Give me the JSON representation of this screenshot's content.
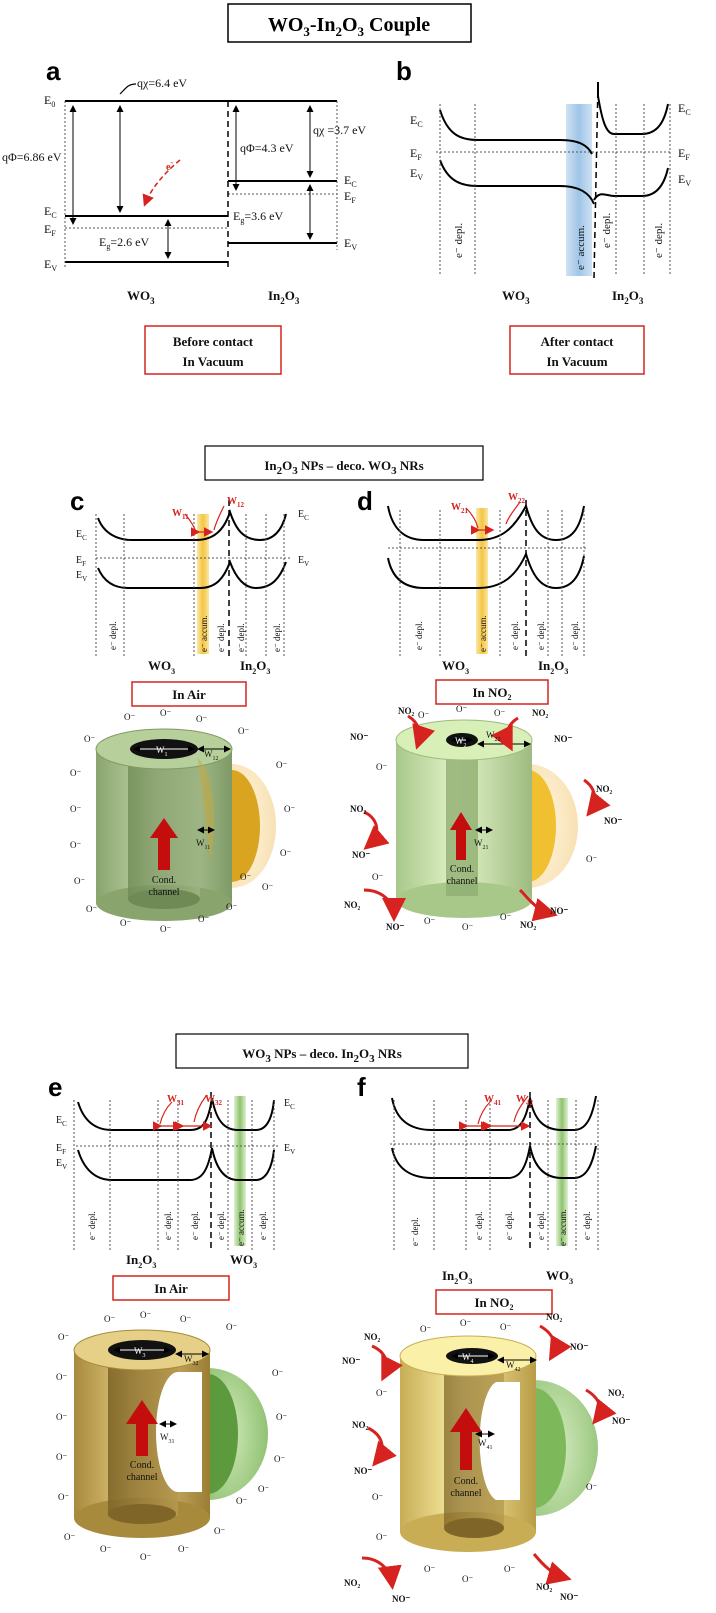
{
  "title": {
    "main": "WO",
    "sub1": "3",
    "mid": "-In",
    "sub2": "2",
    "mid2": "O",
    "sub3": "3",
    "end": " Couple"
  },
  "panel_a": {
    "letter": "a",
    "E0": "E",
    "E0_sub": "0",
    "q_chi_wo3": "qχ=6.4 eV",
    "q_phi_wo3": "qΦ=6.86 eV",
    "q_phi_in2o3": "qΦ=4.3 eV",
    "q_chi_in2o3": "qχ =3.7 eV",
    "Ec": "E",
    "Ec_sub": "C",
    "Ef": "E",
    "Ef_sub": "F",
    "Ev": "E",
    "Ev_sub": "V",
    "electron": "e",
    "eg_wo3": "E",
    "eg_wo3_sub": "g",
    "eg_wo3_val": "=2.6 eV",
    "eg_in2o3": "E",
    "eg_in2o3_sub": "g",
    "eg_in2o3_val": "=3.6 eV",
    "left_material": "WO",
    "left_material_sub": "3",
    "right_material": "In",
    "right_material_sub1": "2",
    "right_material_mid": "O",
    "right_material_sub2": "3",
    "box_line1": "Before contact",
    "box_line2": "In Vacuum"
  },
  "panel_b": {
    "letter": "b",
    "depl": "e⁻ depl.",
    "accum": "e⁻ accum.",
    "left_material": "WO",
    "left_material_sub": "3",
    "right_material": "In",
    "right_material_sub1": "2",
    "right_material_mid": "O",
    "right_material_sub2": "3",
    "box_line1": "After contact",
    "box_line2": "In Vacuum"
  },
  "section2": {
    "title_a": "In",
    "s1": "2",
    "title_b": "O",
    "s2": "3",
    "title_c": " NPs – deco. WO",
    "s3": "3",
    "title_d": " NRs"
  },
  "panel_c": {
    "letter": "c",
    "w1": "W",
    "w1_sub": "11",
    "w2": "W",
    "w2_sub": "12",
    "env": "In Air",
    "wtop": "W",
    "wtop_sub": "1",
    "wside": "W",
    "wside_sub": "12",
    "winner": "W",
    "winner_sub": "11",
    "cond1": "Cond.",
    "cond2": "channel",
    "oxy": "O⁻"
  },
  "panel_d": {
    "letter": "d",
    "w1": "W",
    "w1_sub": "21",
    "w2": "W",
    "w2_sub": "22",
    "env": "In NO",
    "env_sub": "2",
    "wtop": "W",
    "wtop_sub": "2",
    "wside": "W",
    "wside_sub": "22",
    "winner": "W",
    "winner_sub": "21",
    "cond1": "Cond.",
    "cond2": "channel",
    "no2": "NO₂",
    "no": "NO⁻"
  },
  "section3": {
    "title_a": "WO",
    "s1": "3",
    "title_b": " NPs – deco. In",
    "s2": "2",
    "title_c": "O",
    "s3": "3",
    "title_d": " NRs"
  },
  "panel_e": {
    "letter": "e",
    "w1": "W",
    "w1_sub": "31",
    "w2": "W",
    "w2_sub": "32",
    "env": "In Air",
    "wtop": "W",
    "wtop_sub": "3",
    "wside": "W",
    "wside_sub": "32",
    "winner": "W",
    "winner_sub": "31",
    "cond1": "Cond.",
    "cond2": "channel"
  },
  "panel_f": {
    "letter": "f",
    "w1": "W",
    "w1_sub": "41",
    "w2": "W",
    "w2_sub": "42",
    "env": "In NO",
    "env_sub": "2",
    "wtop": "W",
    "wtop_sub": "4",
    "wside": "W",
    "wside_sub": "42",
    "winner": "W",
    "winner_sub": "41",
    "cond1": "Cond.",
    "cond2": "channel"
  },
  "colors": {
    "red": "#d6231f",
    "blue_accum": "#a9cdea",
    "yellow_accum": "#f6cf56",
    "green_accum": "#9ccc7c"
  }
}
